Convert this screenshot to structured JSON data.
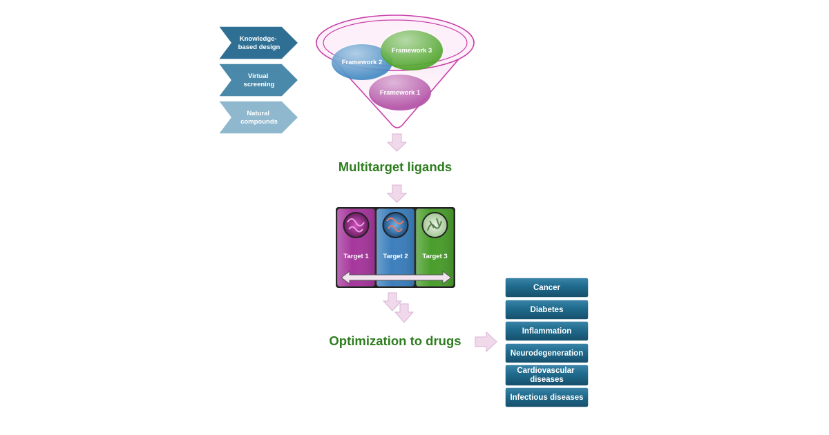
{
  "approaches": [
    {
      "lines": [
        "Knowledge-",
        "based design"
      ],
      "color": "#2f6f93"
    },
    {
      "lines": [
        "Virtual",
        "screening"
      ],
      "color": "#4b89aa"
    },
    {
      "lines": [
        "Natural",
        "compounds"
      ],
      "color": "#8fb8cf"
    }
  ],
  "frameworks": [
    {
      "label": "Framework 2",
      "color": "#3f87c1"
    },
    {
      "label": "Framework 3",
      "color": "#4ea52a"
    },
    {
      "label": "Framework 1",
      "color": "#b455a8"
    }
  ],
  "funnel_color": "#c83fa8",
  "multitarget_label": "Multitarget ligands",
  "targets": [
    {
      "label": "Target 1",
      "color": "#a6379c"
    },
    {
      "label": "Target 2",
      "color": "#3c7fbd"
    },
    {
      "label": "Target 3",
      "color": "#4a9e2c"
    }
  ],
  "optimization_label": "Optimization to drugs",
  "diseases": [
    {
      "lines": [
        "Cancer"
      ]
    },
    {
      "lines": [
        "Diabetes"
      ]
    },
    {
      "lines": [
        "Inflammation"
      ]
    },
    {
      "lines": [
        "Neurodegeneration"
      ]
    },
    {
      "lines": [
        "Cardiovascular",
        "diseases"
      ]
    },
    {
      "lines": [
        "Infectious diseases"
      ]
    }
  ],
  "colors": {
    "title_green": "#2e7d1f",
    "disease_box": "#1f5e7d",
    "arrow_pink": "#f1d9ec"
  }
}
